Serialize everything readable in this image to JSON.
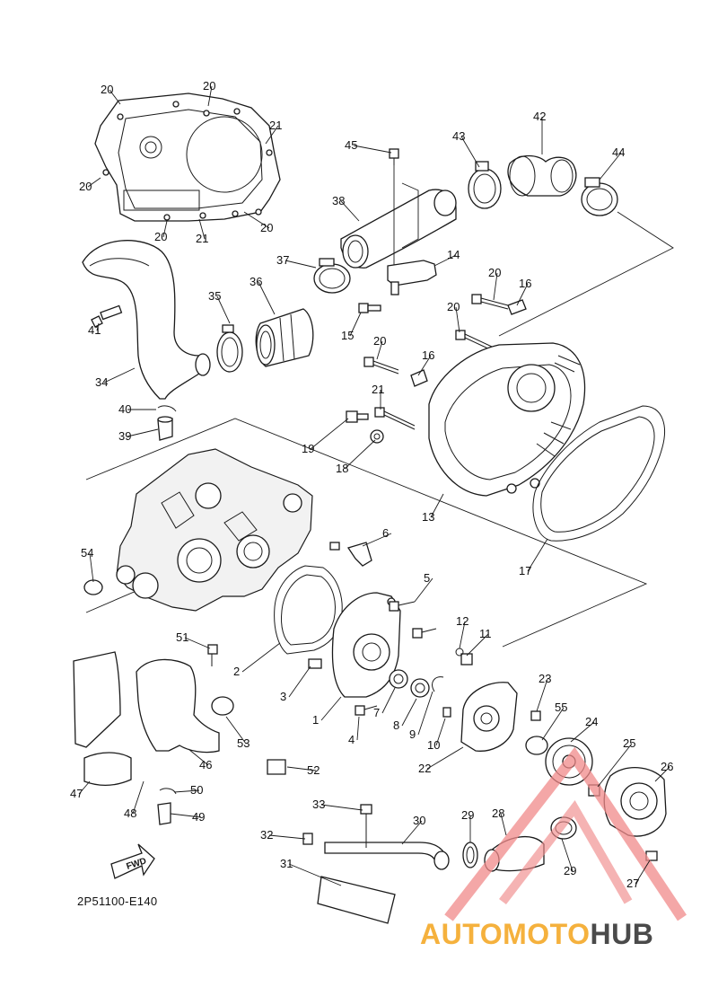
{
  "diagram": {
    "code": "2P51100-E140",
    "fwd_label": "FWD",
    "watermark_part1": "AUTOMOTO",
    "watermark_part2": "HUB",
    "watermark_color": "#f5b13d",
    "triangle_color": "#f08a8a",
    "callouts": [
      "20",
      "20",
      "21",
      "20",
      "20",
      "21",
      "20",
      "45",
      "43",
      "42",
      "44",
      "38",
      "14",
      "37",
      "36",
      "35",
      "41",
      "34",
      "40",
      "39",
      "15",
      "20",
      "16",
      "20",
      "20",
      "16",
      "21",
      "19",
      "18",
      "13",
      "17",
      "6",
      "54",
      "5",
      "12",
      "11",
      "51",
      "2",
      "3",
      "1",
      "4",
      "7",
      "8",
      "9",
      "10",
      "22",
      "23",
      "55",
      "24",
      "25",
      "26",
      "53",
      "46",
      "52",
      "47",
      "48",
      "50",
      "49",
      "33",
      "30",
      "29",
      "28",
      "29",
      "32",
      "31",
      "27"
    ]
  }
}
